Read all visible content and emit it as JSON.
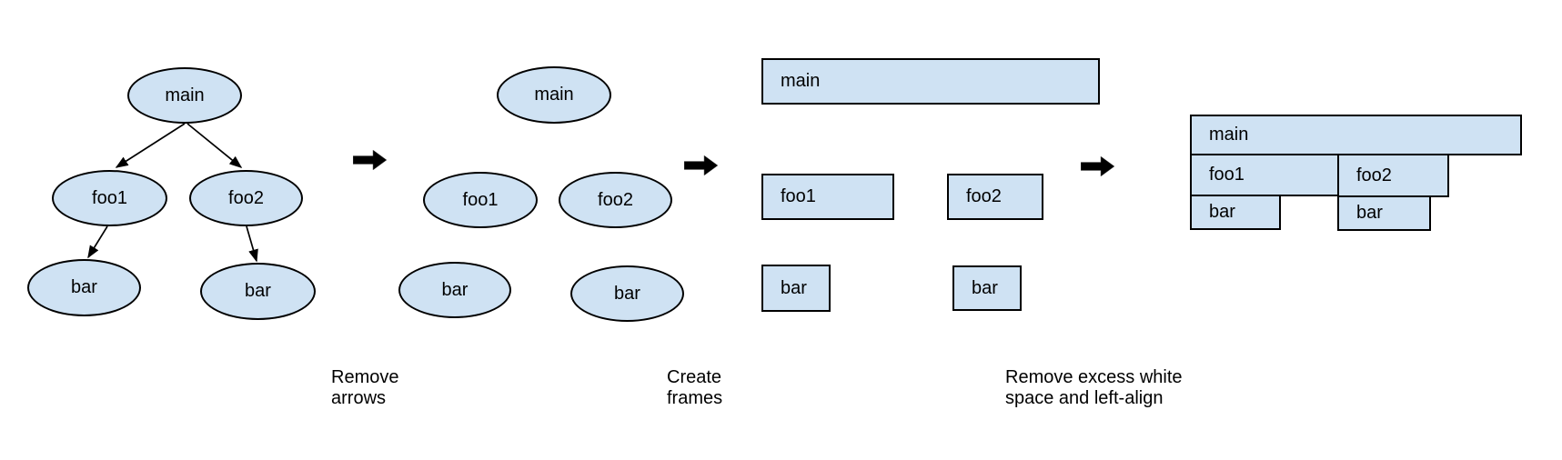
{
  "colors": {
    "background": "#ffffff",
    "node_fill": "#cfe2f3",
    "node_border": "#000000",
    "text": "#000000",
    "arrow": "#000000"
  },
  "stages": {
    "tree": {
      "main": "main",
      "foo1": "foo1",
      "foo2": "foo2",
      "bar_left": "bar",
      "bar_right": "bar"
    },
    "no_arrows": {
      "main": "main",
      "foo1": "foo1",
      "foo2": "foo2",
      "bar_left": "bar",
      "bar_right": "bar"
    },
    "frames": {
      "main": "main",
      "foo1": "foo1",
      "foo2": "foo2",
      "bar_left": "bar",
      "bar_right": "bar"
    },
    "flame": {
      "main": "main",
      "foo1": "foo1",
      "foo2": "foo2",
      "bar_left": "bar",
      "bar_right": "bar"
    }
  },
  "captions": {
    "step1": {
      "line1": "Remove",
      "line2": "arrows"
    },
    "step2": {
      "line1": "Create",
      "line2": "frames"
    },
    "step3": {
      "line1": "Remove excess white",
      "line2": "space and left-align"
    }
  }
}
